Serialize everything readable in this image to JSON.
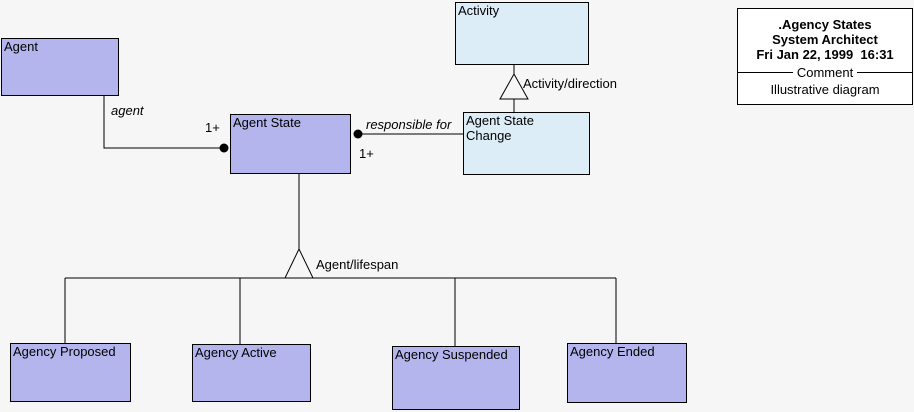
{
  "colors": {
    "background": "#f6f6f6",
    "node_purple": "#b5b5ee",
    "node_blue": "#ddedf8",
    "line": "#000000",
    "info_box_bg": "#ffffff"
  },
  "nodes": {
    "agent": {
      "label": "Agent"
    },
    "activity": {
      "label": "Activity"
    },
    "agent_state": {
      "label": "Agent State"
    },
    "agent_state_change": {
      "label": "Agent State Change"
    },
    "agency_proposed": {
      "label": "Agency Proposed"
    },
    "agency_active": {
      "label": "Agency Active"
    },
    "agency_suspended": {
      "label": "Agency Suspended"
    },
    "agency_ended": {
      "label": "Agency Ended"
    }
  },
  "connectors": {
    "agent_role_label": "agent",
    "agent_multiplicity": "1+",
    "responsible_label": "responsible for",
    "responsible_multiplicity": "1+",
    "activity_direction_label": "Activity/direction",
    "agent_lifespan_label": "Agent/lifespan"
  },
  "info_box": {
    "title": ".Agency States",
    "subtitle": "System Architect",
    "datetime": "Fri Jan 22, 1999  16:31",
    "comment_label": "Comment",
    "comment_text": "Illustrative diagram"
  }
}
